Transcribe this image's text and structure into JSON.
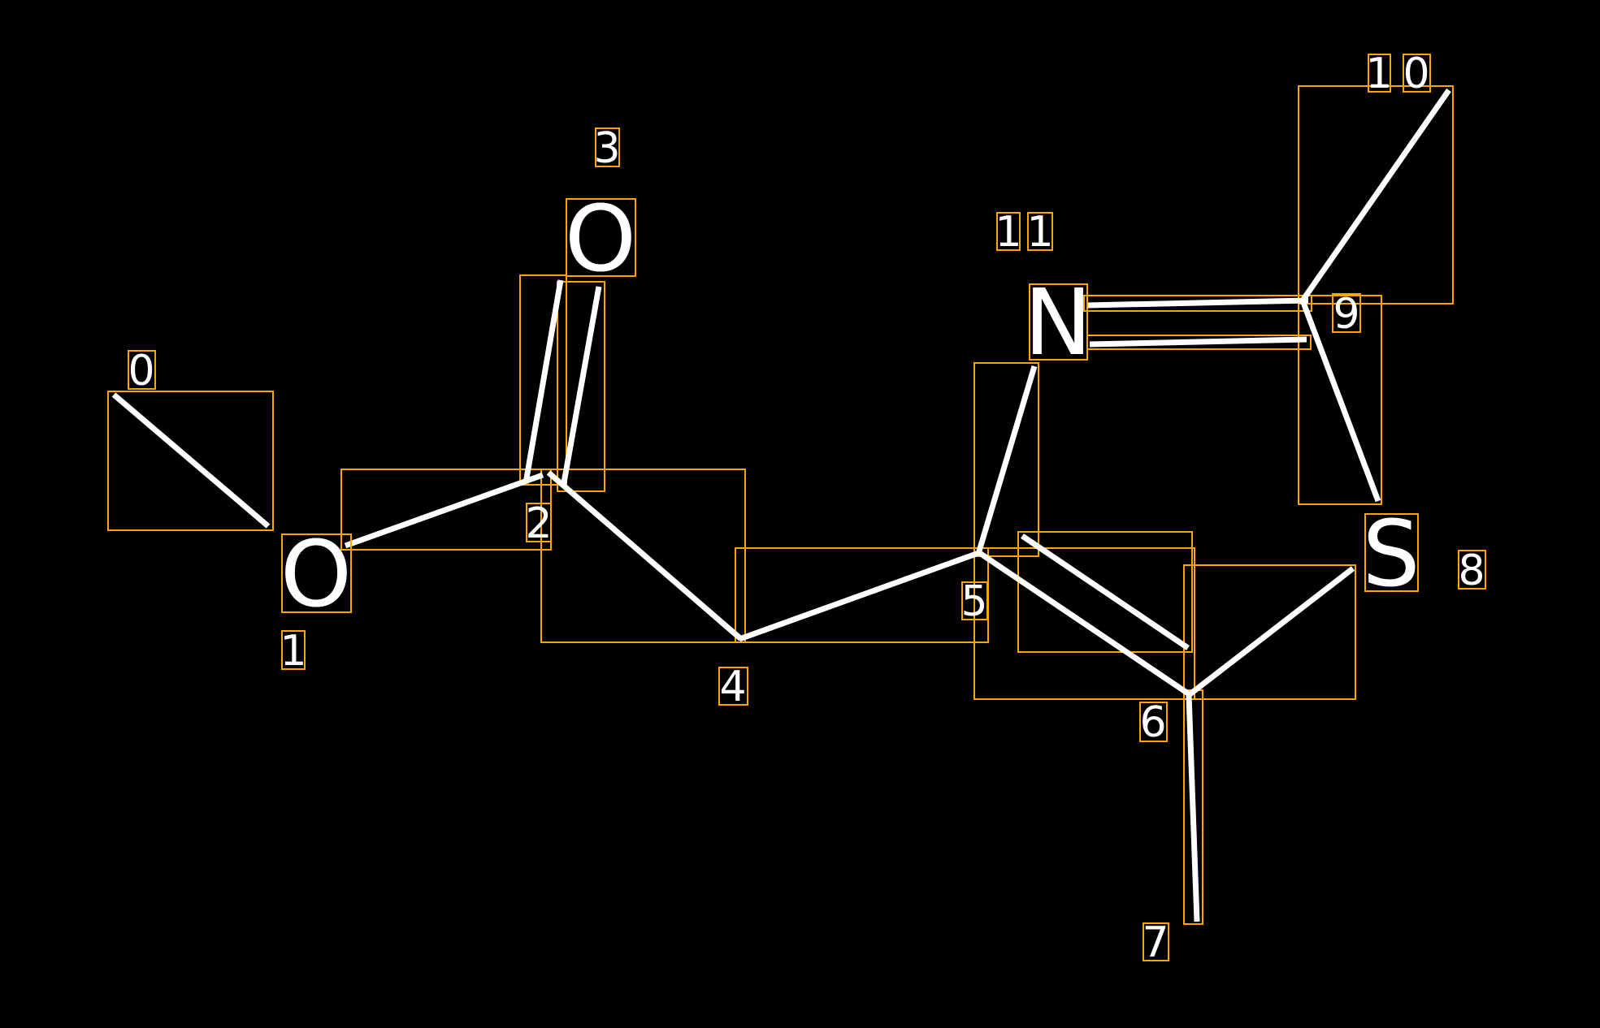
{
  "colors": {
    "background": "#000000",
    "box": "#FFA500",
    "bond": "#FFFFFF"
  },
  "atoms": {
    "o1": "O",
    "o3": "O",
    "n": "N",
    "s": "S"
  },
  "indices": {
    "i0": "0",
    "i1": "1",
    "i2": "2",
    "i3": "3",
    "i4": "4",
    "i5": "5",
    "i6": "6",
    "i7": "7",
    "i8": "8",
    "i9": "9",
    "i10a": "1",
    "i10b": "0",
    "i11a": "1",
    "i11b": "1"
  }
}
